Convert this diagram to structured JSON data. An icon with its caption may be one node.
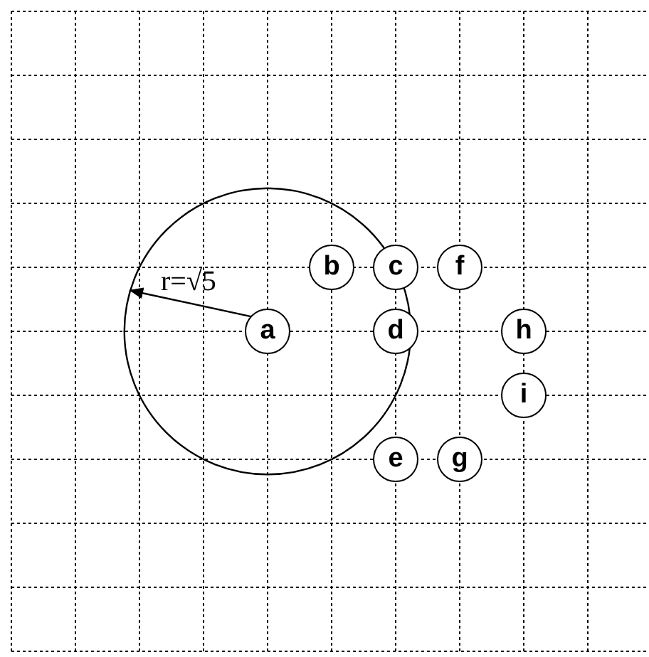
{
  "diagram": {
    "nodes": [
      {
        "text": [
          "a"
        ]
      },
      {
        "text": [
          "b"
        ]
      },
      {
        "text": [
          "c"
        ]
      },
      {
        "text": [
          "f"
        ]
      },
      {
        "text": [
          "d"
        ]
      },
      {
        "text": [
          "h"
        ]
      },
      {
        "text": [
          "i"
        ]
      },
      {
        "text": [
          "e"
        ]
      },
      {
        "text": [
          "g"
        ]
      }
    ],
    "labels": [
      "r=√5"
    ]
  }
}
